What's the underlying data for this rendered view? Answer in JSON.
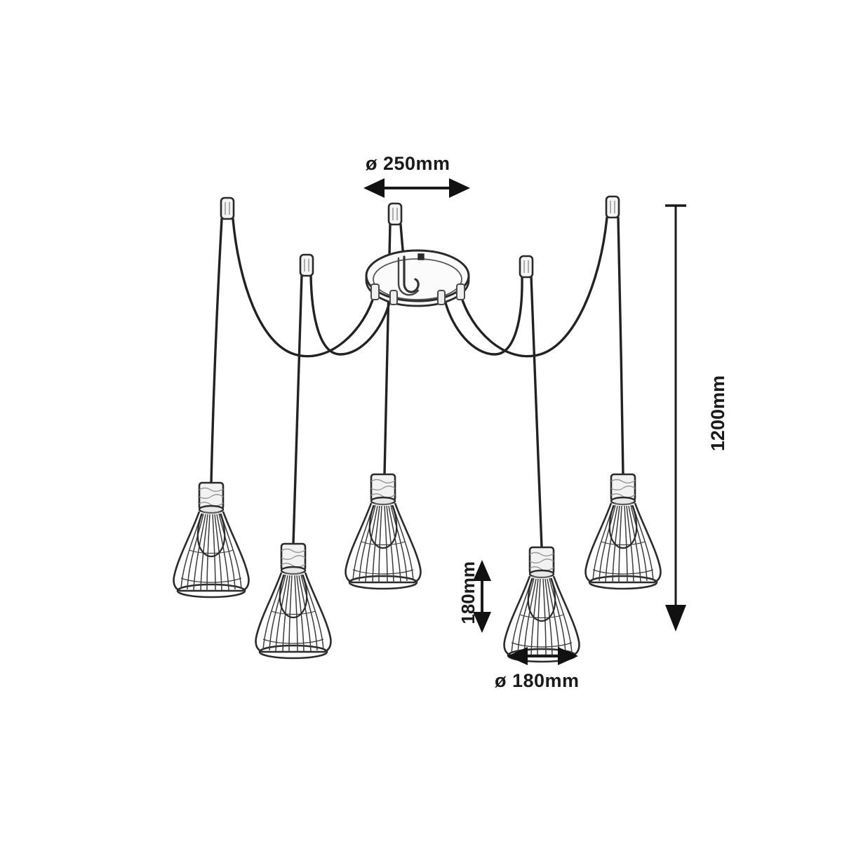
{
  "drawing": {
    "title": "Pendant light technical dimension drawing",
    "background_color": "#ffffff",
    "line_color": "#1a1a1a",
    "fixture_type": "5-light cage pendant cluster",
    "lamp_count": 5
  },
  "dimensions": {
    "canopy_diameter": {
      "label": "ø 250mm",
      "value": 250,
      "unit": "mm",
      "orientation": "horizontal",
      "describes": "ceiling canopy diameter"
    },
    "shade_height": {
      "label": "180mm",
      "value": 180,
      "unit": "mm",
      "orientation": "vertical",
      "describes": "lamp shade height"
    },
    "shade_diameter": {
      "label": "ø 180mm",
      "value": 180,
      "unit": "mm",
      "orientation": "horizontal",
      "describes": "lamp shade diameter"
    },
    "total_drop": {
      "label": "1200mm",
      "value": 1200,
      "unit": "mm",
      "orientation": "vertical",
      "describes": "maximum suspension drop"
    }
  },
  "components": {
    "canopy": "ceiling-canopy",
    "hook": "ceiling-hook",
    "cable": "suspension-cable",
    "socket": "lamp-socket-housing",
    "shade": "cage-lamp-shade",
    "bulb": "light-bulb"
  }
}
